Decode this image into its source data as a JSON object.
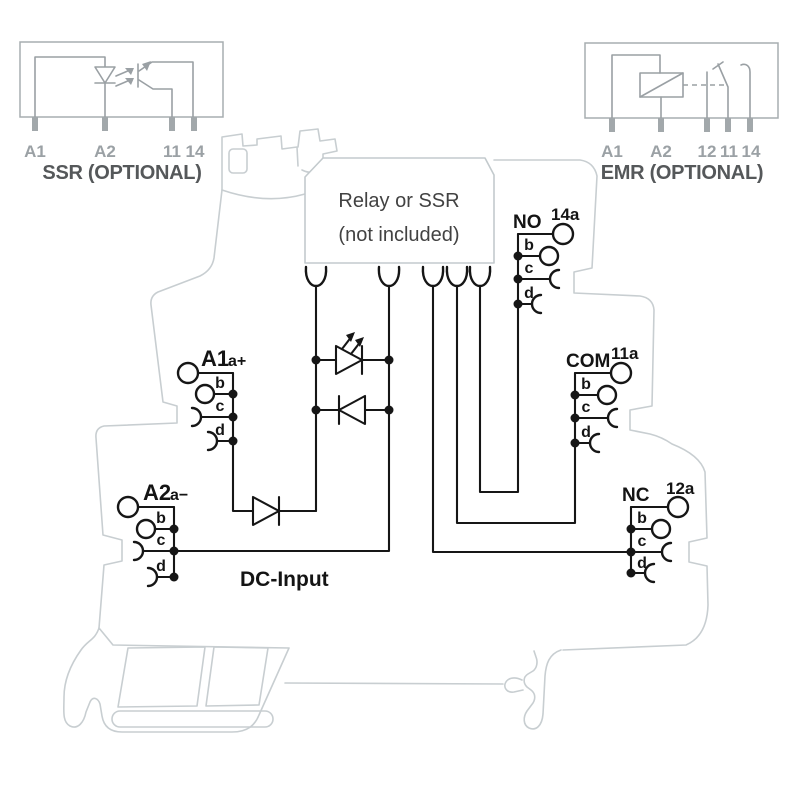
{
  "optional_modules": {
    "ssr": {
      "title": "SSR (OPTIONAL)",
      "pins": [
        "A1",
        "A2",
        "11",
        "14"
      ]
    },
    "emr": {
      "title": "EMR (OPTIONAL)",
      "pins": [
        "A1",
        "A2",
        "12",
        "11",
        "14"
      ]
    }
  },
  "relay_box": {
    "line1": "Relay or SSR",
    "line2": "(not included)"
  },
  "input_label": "DC-Input",
  "terminal_groups": {
    "a1": {
      "name": "A1",
      "suffix": "a+",
      "rows": [
        "b",
        "c",
        "d"
      ]
    },
    "a2": {
      "name": "A2",
      "suffix": "a−",
      "rows": [
        "b",
        "c",
        "d"
      ]
    },
    "no": {
      "name": "NO",
      "terminal": "14a",
      "rows": [
        "b",
        "c",
        "d"
      ]
    },
    "com": {
      "name": "COM",
      "terminal": "11a",
      "rows": [
        "b",
        "c",
        "d"
      ]
    },
    "nc": {
      "name": "NC",
      "terminal": "12a",
      "rows": [
        "b",
        "c",
        "d"
      ]
    }
  },
  "colors": {
    "circuit": "#161616",
    "module_outline": "#c8ced1",
    "schematic_gray": "#9aa0a4",
    "title_gray": "#55585a"
  }
}
